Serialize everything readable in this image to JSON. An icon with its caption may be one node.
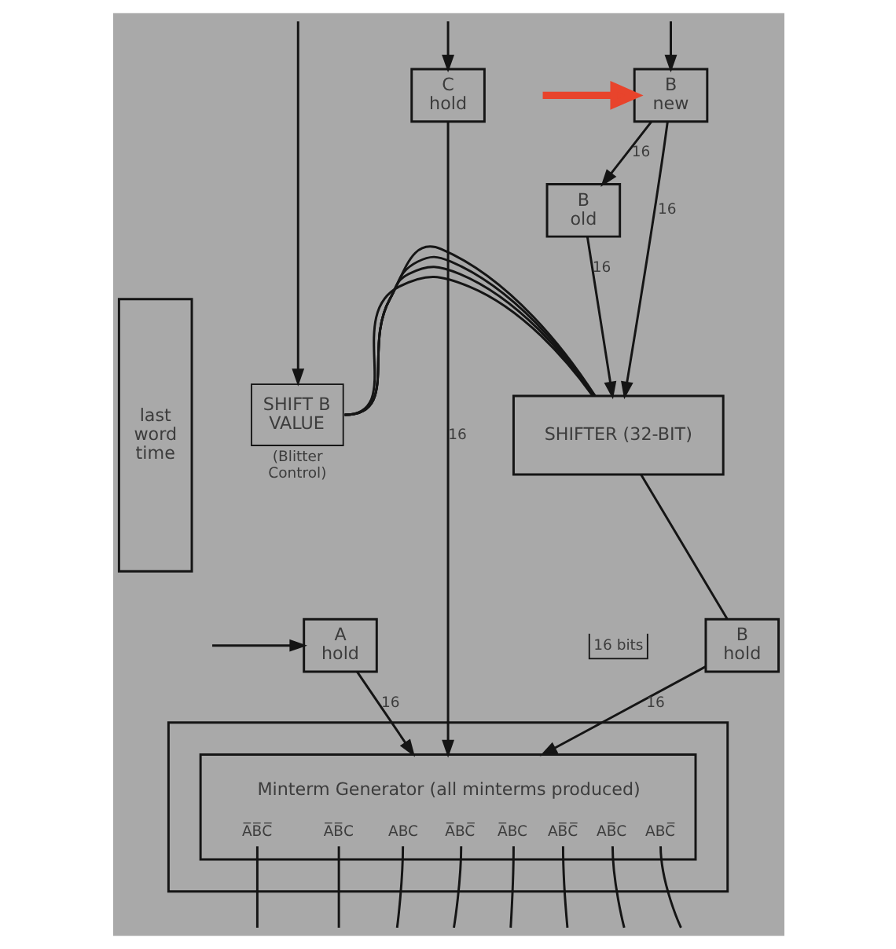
{
  "diagram": {
    "nodes": [
      {
        "text": [
          "B new"
        ]
      },
      {
        "text": [
          "C hold"
        ]
      },
      {
        "text": [
          "last word time"
        ]
      },
      {
        "text": [
          "B old"
        ]
      },
      {
        "text": [
          "SHIFT B VALUE"
        ],
        "beside": [
          "(Blitter Control)"
        ]
      },
      {
        "text": [
          "SHIFTER (32-BIT)"
        ]
      },
      {
        "text": [
          "A hold"
        ]
      },
      {
        "text": [
          "B hold"
        ]
      },
      {
        "text": [],
        "shape": "box"
      },
      {
        "text": [
          "Minterm Generator (all minterms produced)",
          "A̅B̅C̅",
          "A̅B̅C",
          "ABC",
          "A̅BC̅",
          "A̅BC",
          "AB̅C̅",
          "AB̅C",
          "ABC̅"
        ],
        "in": 8
      }
    ],
    "edges": [
      {
        "from": null,
        "to": 4,
        "arrow": "to"
      },
      {
        "from": null,
        "to": 0,
        "arrow": "to",
        "style": "thick",
        "color": "#e8442c"
      },
      {
        "from": null,
        "to": 1,
        "arrow": "to"
      },
      {
        "from": null,
        "to": 0,
        "arrow": "to"
      },
      {
        "from": 0,
        "to": 3,
        "arrow": "to",
        "label": "16"
      },
      {
        "from": 0,
        "to": 5,
        "arrow": "to",
        "label": "16"
      },
      {
        "from": 3,
        "to": 5,
        "arrow": "to",
        "label": "16"
      },
      {
        "from": 4,
        "to": 5,
        "arrow": "none"
      },
      {
        "from": 4,
        "to": 5,
        "arrow": "none"
      },
      {
        "from": 4,
        "to": 5,
        "arrow": "none"
      },
      {
        "from": 4,
        "to": 5,
        "arrow": "none"
      },
      {
        "from": 5,
        "to": 7,
        "arrow": "none"
      },
      {
        "from": null,
        "to": 6,
        "arrow": "to"
      },
      {
        "from": 6,
        "to": 9,
        "arrow": "to",
        "label": "16"
      },
      {
        "from": 7,
        "to": 9,
        "arrow": "to",
        "label": "16"
      },
      {
        "from": 1,
        "to": 9,
        "arrow": "to",
        "label": "16"
      },
      {
        "from": 9,
        "to": null,
        "arrow": "none"
      },
      {
        "from": 9,
        "to": null,
        "arrow": "none"
      },
      {
        "from": 9,
        "to": null,
        "arrow": "none"
      },
      {
        "from": 9,
        "to": null,
        "arrow": "none"
      },
      {
        "from": 9,
        "to": null,
        "arrow": "none"
      },
      {
        "from": 9,
        "to": null,
        "arrow": "none"
      },
      {
        "from": 9,
        "to": null,
        "arrow": "none"
      },
      {
        "from": 9,
        "to": null,
        "arrow": "none"
      }
    ],
    "labels": [
      "16 bits"
    ]
  }
}
